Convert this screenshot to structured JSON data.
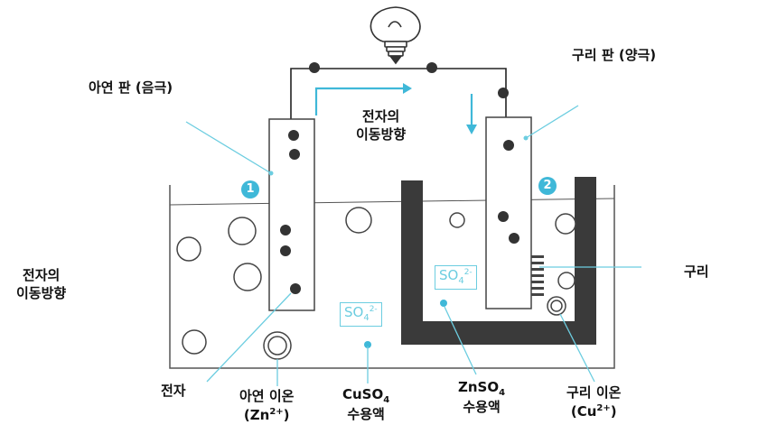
{
  "labels": {
    "zinc_plate": "아연 판 (음극)",
    "copper_plate": "구리 판 (양극)",
    "electron_flow_top_l1": "전자의",
    "electron_flow_top_l2": "이동방향",
    "electron_flow_left_l1": "전자의",
    "electron_flow_left_l2": "이동방향",
    "copper": "구리",
    "electron": "전자",
    "zinc_ion_l1": "아연 이온",
    "zinc_ion_l2_pre": "(Zn",
    "zinc_ion_l2_sup": "2+",
    "zinc_ion_l2_post": ")",
    "cuso4_pre": "CuSO",
    "cuso4_sub": "4",
    "cuso4_l2": "수용액",
    "znso4_pre": "ZnSO",
    "znso4_sub": "4",
    "znso4_l2": "수용액",
    "copper_ion_l1": "구리 이온",
    "copper_ion_l2_pre": "(Cu",
    "copper_ion_l2_sup": "2+",
    "copper_ion_l2_post": ")"
  },
  "ion_boxes": {
    "left": {
      "base": "SO",
      "sub": "4",
      "sup": "2-"
    },
    "right": {
      "base": "SO",
      "sub": "4",
      "sup": "2-"
    }
  },
  "markers": {
    "one": "1",
    "two": "2"
  },
  "colors": {
    "accent": "#6ccde0",
    "marker": "#3fb8d8",
    "ink": "#222222",
    "wall": "#3a3a3a"
  },
  "icons": [
    "light-bulb-icon"
  ]
}
